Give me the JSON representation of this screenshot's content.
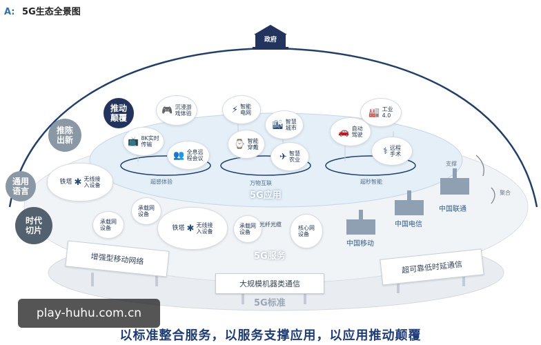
{
  "header": {
    "prefix": "A:",
    "title": "5G生态全景图"
  },
  "government": {
    "label": "政府"
  },
  "left_circles": {
    "push": "推动\n颠覆",
    "innovate": "推陈\n出新",
    "common": "通用\n语言",
    "era": "时代\n切片"
  },
  "apps": {
    "vr_game": "沉浸游\n戏体验",
    "smart_grid": "智能\n电网",
    "smart_city": "智慧\n城市",
    "industry": "工业\n4.0",
    "video_8k": "8K实时\n传输",
    "holo_meeting": "全息远\n程会议",
    "wearable": "智能\n穿戴",
    "agriculture": "智慧\n农业",
    "auto_drive": "自动\n驾驶",
    "remote_surgery": "远程\n手术"
  },
  "rings": {
    "left": "超感体验",
    "middle": "万物互联",
    "right": "超秒智能"
  },
  "layers": {
    "app": "5G应用",
    "service": "5G服务",
    "standard": "5G标准"
  },
  "arrows": {
    "support": "支撑",
    "aggregate": "聚合"
  },
  "services": {
    "tower_left": "铁塔",
    "wireless_left": "无线接\n入设备",
    "bearer_1": "承载网\n设备",
    "bearer_2": "承载网\n设备",
    "tower_center": "铁塔",
    "wireless_center": "无线接\n入设备",
    "bearer_3": "承载网\n设备",
    "fiber": "光纤光缆",
    "core": "核心网\n设备"
  },
  "carriers": {
    "mobile": "中国移动",
    "telecom": "中国电信",
    "unicom": "中国联通"
  },
  "standards": {
    "embb": "增强型移动网络",
    "mmtc": "大规模机器类通信",
    "urllc": "超可靠低时延通信"
  },
  "slogan": "以标准整合服务，以服务支撑应用，以应用推动颠覆",
  "watermark": "play-huhu.com.cn",
  "colors": {
    "navy": "#22335e",
    "dark_gray": "#53606e",
    "mid_gray": "#8a97a4",
    "blue_text": "#2c5a8c"
  }
}
